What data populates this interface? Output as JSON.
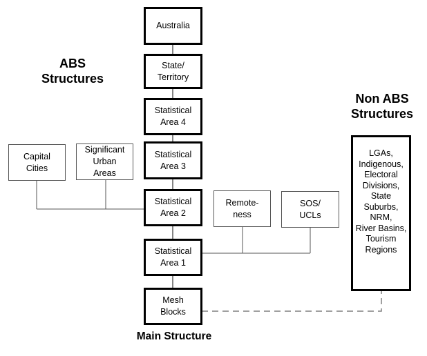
{
  "headings": {
    "abs": "ABS\nStructures",
    "non_abs": "Non ABS\nStructures",
    "main": "Main Structure"
  },
  "main_structure": [
    {
      "id": "australia",
      "label": "Australia"
    },
    {
      "id": "state-territory",
      "label": "State/\nTerritory"
    },
    {
      "id": "sa4",
      "label": "Statistical\nArea 4"
    },
    {
      "id": "sa3",
      "label": "Statistical\nArea 3"
    },
    {
      "id": "sa2",
      "label": "Statistical\nArea 2"
    },
    {
      "id": "sa1",
      "label": "Statistical\nArea 1"
    },
    {
      "id": "mesh-blocks",
      "label": "Mesh\nBlocks"
    }
  ],
  "abs_side_structures": [
    {
      "id": "capital-cities",
      "label": "Capital\nCities",
      "links_to": "Statistical Area 2"
    },
    {
      "id": "significant-urban-areas",
      "label": "Significant\nUrban\nAreas",
      "links_to": "Statistical Area 2"
    },
    {
      "id": "remoteness",
      "label": "Remote-\nness",
      "links_to": "Statistical Area 1"
    },
    {
      "id": "sos-ucls",
      "label": "SOS/\nUCLs",
      "links_to": "Statistical Area 1"
    }
  ],
  "non_abs_structures": {
    "label": "LGAs,\nIndigenous,\nElectoral\nDivisions,\nState\nSuburbs,\nNRM,\nRiver Basins,\nTourism\nRegions",
    "links_to": "Mesh Blocks",
    "link_style": "dashed"
  },
  "colors": {
    "main_border": "#000000",
    "side_border": "#555555",
    "connector": "#555555",
    "dashed_connector": "#808080"
  }
}
